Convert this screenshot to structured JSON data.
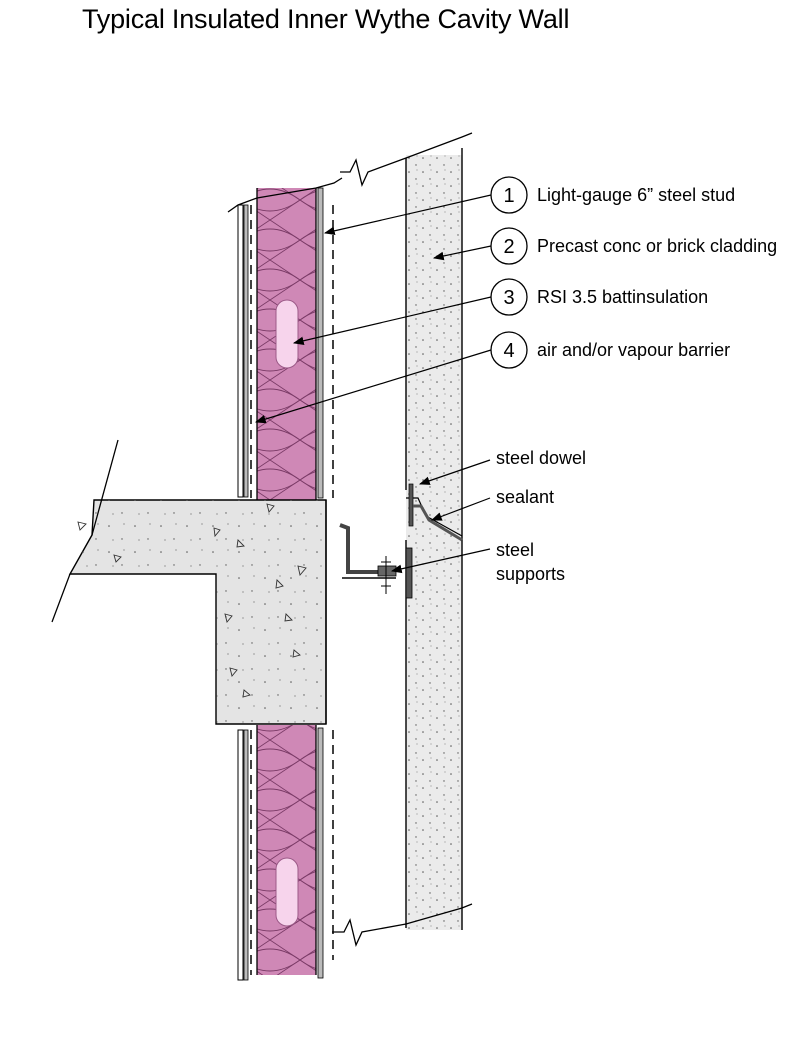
{
  "title": "Typical Insulated Inner Wythe Cavity Wall",
  "callouts": [
    {
      "number": "1",
      "label": "Light-gauge 6” steel stud"
    },
    {
      "number": "2",
      "label": "Precast conc or brick cladding"
    },
    {
      "number": "3",
      "label": "RSI 3.5 battinsulation"
    },
    {
      "number": "4",
      "label": "air and/or vapour barrier"
    }
  ],
  "notes": {
    "steel_dowel": "steel dowel",
    "sealant": "sealant",
    "steel_supports_line1": "steel",
    "steel_supports_line2": "supports"
  },
  "colors": {
    "insulation_fill": "#cf88b6",
    "insulation_highlight": "#f7d4ec",
    "concrete_fill": "#e4e4e4",
    "panel_fill": "#ebebeb",
    "line": "#000000",
    "steel": "#555555"
  }
}
